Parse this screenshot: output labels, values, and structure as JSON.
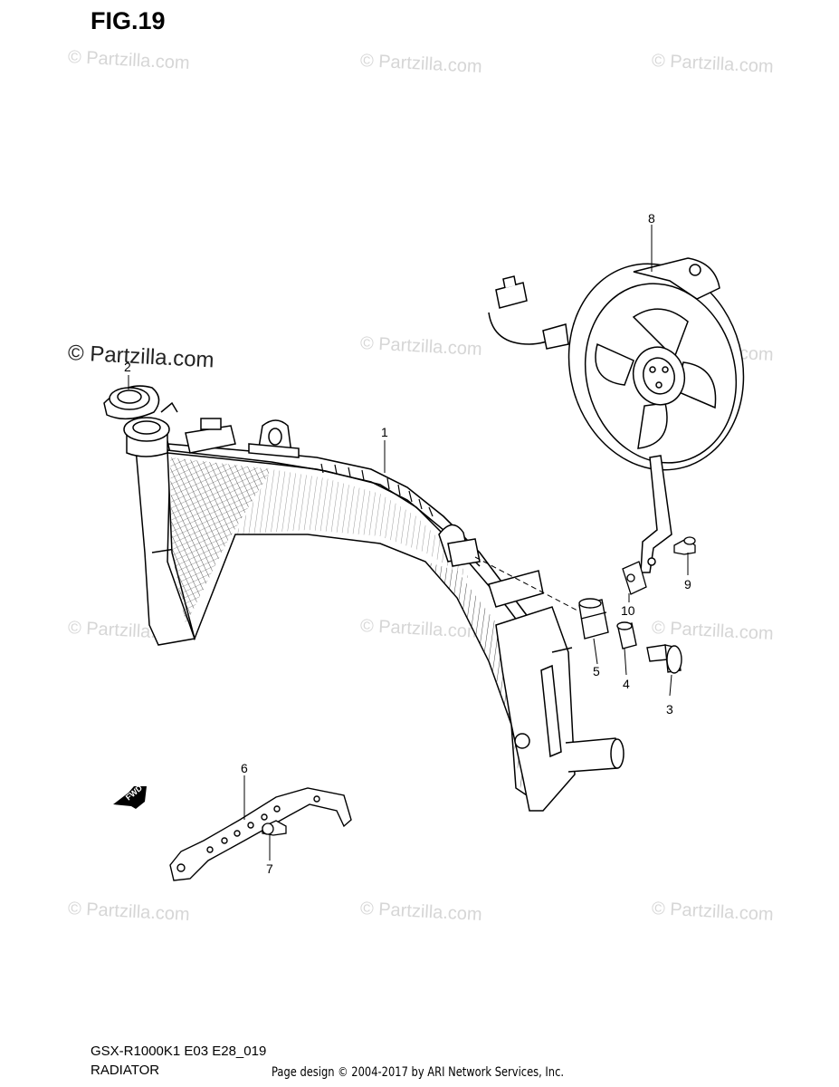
{
  "figure": {
    "title": "FIG.19"
  },
  "watermark": {
    "text": "© Partzilla.com"
  },
  "callouts": {
    "c1": "1",
    "c2": "2",
    "c3": "3",
    "c4": "4",
    "c5": "5",
    "c6": "6",
    "c7": "7",
    "c8": "8",
    "c9": "9",
    "c10": "10"
  },
  "fwd_label": "FWD",
  "footer": {
    "model_code": "GSX-R1000K1 E03 E28_019",
    "section_name": "RADIATOR",
    "credit": "Page design © 2004-2017 by ARI Network Services, Inc."
  }
}
